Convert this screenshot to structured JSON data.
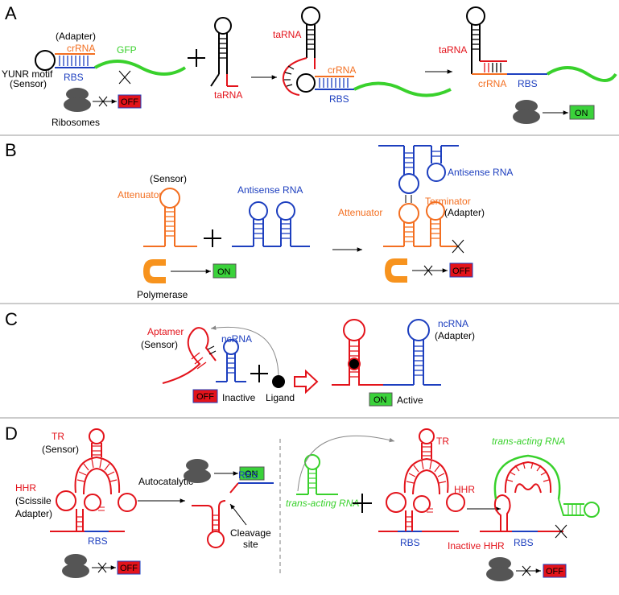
{
  "colors": {
    "red": "#e3131b",
    "orange": "#f36f21",
    "blue": "#1d3fbf",
    "green": "#39d12c",
    "gray": "#555555",
    "on_fill": "#3ad23a",
    "off_fill": "#e3131b",
    "polymerase": "#f7931e"
  },
  "panel_a": {
    "letter": "A",
    "adapter": "(Adapter)",
    "crrna": "crRNA",
    "yunr": "YUNR motif",
    "sensor": "(Sensor)",
    "rbs": "RBS",
    "gfp": "GFP",
    "ribosomes": "Ribosomes",
    "off": "OFF",
    "tarna_1": "taRNA",
    "tarna_2": "taRNA",
    "crrna_2": "crRNA",
    "rbs_2": "RBS",
    "tarna_3": "taRNA",
    "crrna_3": "crRNA",
    "rbs_3": "RBS",
    "on": "ON"
  },
  "panel_b": {
    "letter": "B",
    "sensor": "(Sensor)",
    "attenuator": "Attenuator",
    "antisense": "Antisense RNA",
    "polymerase": "Polymerase",
    "on": "ON",
    "antisense_2": "Antisense RNA",
    "terminator": "Terminator",
    "adapter": "(Adapter)",
    "attenuator_2": "Attenuator",
    "off": "OFF"
  },
  "panel_c": {
    "letter": "C",
    "aptamer": "Aptamer",
    "sensor": "(Sensor)",
    "ncrna": "ncRNA",
    "off": "OFF",
    "inactive": "Inactive",
    "ligand": "Ligand",
    "ncrna_2": "ncRNA",
    "adapter": "(Adapter)",
    "on": "ON",
    "active": "Active"
  },
  "panel_d": {
    "letter": "D",
    "tr": "TR",
    "sensor": "(Sensor)",
    "hhr": "HHR",
    "scissile": "(Scissile",
    "adapter": "Adapter)",
    "rbs": "RBS",
    "off": "OFF",
    "on": "ON",
    "autocatalytic": "Autocatalytic",
    "rbs_2": "RBS",
    "cleavage_1": "Cleavage",
    "cleavage_2": "site",
    "trans_acting": "trans-acting RNA",
    "tr_2": "TR",
    "hhr_2": "HHR",
    "rbs_3": "RBS",
    "trans_acting_2": "trans-acting RNA",
    "inactive_hhr": "Inactive HHR",
    "rbs_4": "RBS",
    "off_2": "OFF"
  }
}
